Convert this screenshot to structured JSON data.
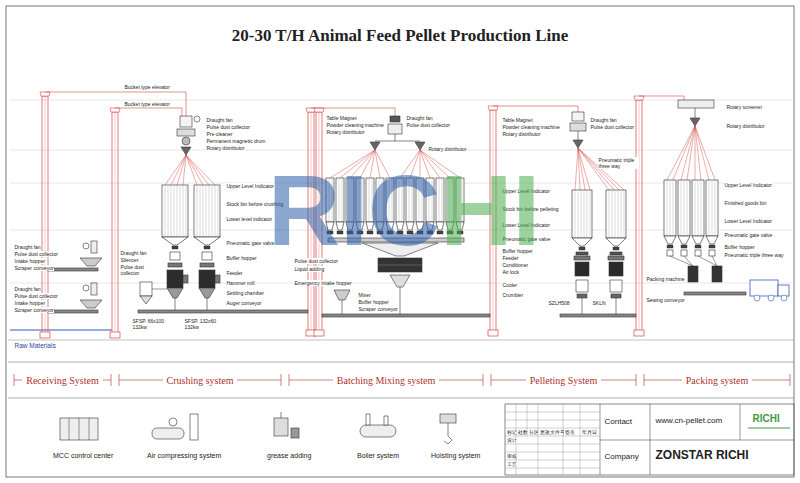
{
  "diagram": {
    "title": "20-30 T/H Animal Feed Pellet Production Line",
    "nodes": [
      {
        "text": [
          "Receiving System"
        ]
      },
      {
        "text": [
          "Crushing system"
        ]
      },
      {
        "text": [
          "Batching Mixing system"
        ]
      },
      {
        "text": [
          "Pelleting System"
        ]
      },
      {
        "text": [
          "Packing system"
        ]
      }
    ],
    "labels": [
      "Raw Materials",
      "Bucket type elevator",
      "Bucket type elevator",
      "Draught fan",
      "Pulse dust collector",
      "Intake hopper",
      "Scraper conveyor",
      "Draught fan",
      "Pulse dust collector",
      "Intake hopper",
      "Scraper conveyor",
      "Draught fan",
      "Pulse dust collector",
      "Pre-cleaner",
      "Permanent magnetic drum",
      "Rotary distributor",
      "Upper Level Indicator",
      "Stock bin before crushing",
      "Lower level indicator",
      "Pneumatic gate valve",
      "Buffer hopper",
      "Feeder",
      "Hammer mill",
      "Settling chamber",
      "Auger conveyor",
      "Draught fan",
      "Silencer",
      "Pulse dust collector",
      "SFSP. 66x100 132kw",
      "SFSP. 132x60 132kw",
      "Table Magnet",
      "Powder cleaning machine",
      "Rotary distributor",
      "Draught fan",
      "Pulse dust collector",
      "Rotary distributor",
      "Emergency Intake hopper",
      "Pulse dust collector",
      "Liquid adding",
      "Mixer",
      "Buffer hopper",
      "Scraper conveyor",
      "Table Magnet",
      "Powder cleaning machine",
      "Rotary distributor",
      "Draught fan",
      "Pulse dust collector",
      "Pneumatic triple three way",
      "Upper Level Indicator",
      "Stock bin before pelleting",
      "Lower Level Indicator",
      "Pneumatic gate valve",
      "Buffer hopper",
      "Feeder",
      "Conditioner",
      "Air lock",
      "Cooler",
      "Crumbler",
      "SZLH508",
      "SKLN",
      "Rotary screener",
      "Rotary distributor",
      "Upper Level Indicator",
      "Finished goods bin",
      "Lower Level Indicator",
      "Pneumatic gate valve",
      "Buffer hopper",
      "Pneumatic triple three way",
      "Packing machine",
      "Sewing conveyor",
      "Contact",
      "www.cn-pellet.com",
      "Company",
      "ZONSTAR RICHI",
      "RICHI",
      "RICHI",
      "标记",
      "处数",
      "分区",
      "更改文件号",
      "签名",
      "年月日",
      "设计",
      "审核",
      "工艺"
    ],
    "legend": [
      {
        "text": "MCC control center"
      },
      {
        "text": "Air compressing system"
      },
      {
        "text": "grease adding"
      },
      {
        "text": "Boiler system"
      },
      {
        "text": "Hoisting system"
      }
    ]
  }
}
